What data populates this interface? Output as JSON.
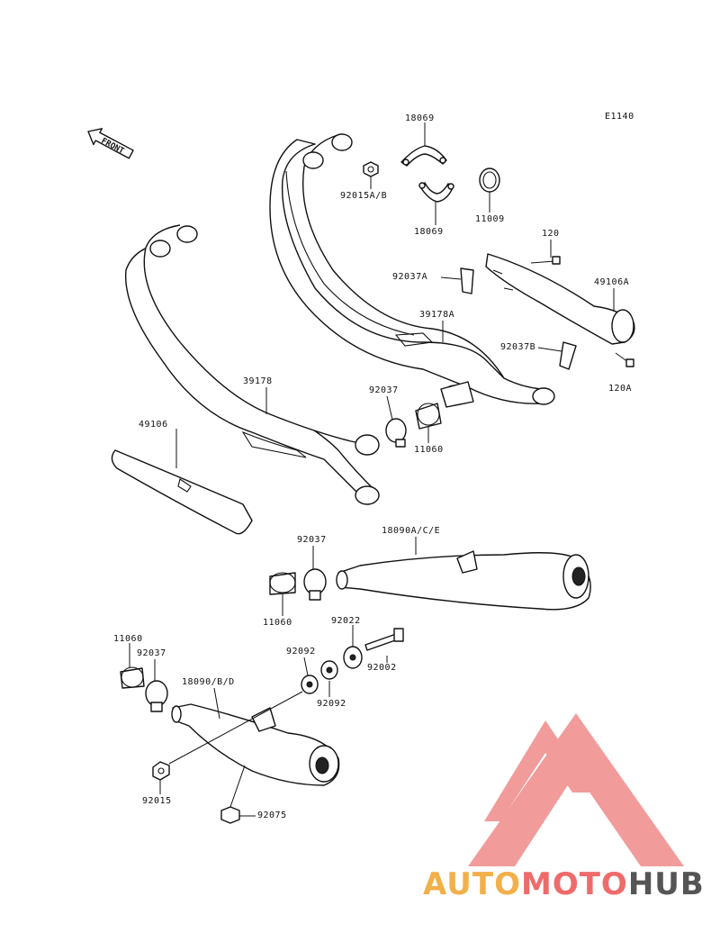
{
  "diagram": {
    "code": "E1140",
    "front_label": "FRONT",
    "part_labels": {
      "p18069_top": "18069",
      "p92015ab": "92015A/B",
      "p18069_bottom": "18069",
      "p11009": "11009",
      "p120": "120",
      "p92037a": "92037A",
      "p49106a": "49106A",
      "p39178a": "39178A",
      "p92037b": "92037B",
      "p120a": "120A",
      "p39178": "39178",
      "p92037_mid": "92037",
      "p11060_mid": "11060",
      "p49106": "49106",
      "p18090ace": "18090A/C/E",
      "p92037_right": "92037",
      "p11060_right": "11060",
      "p92022": "92022",
      "p11060_left": "11060",
      "p92037_left": "92037",
      "p92092_top": "92092",
      "p92002": "92002",
      "p18090bd": "18090/B/D",
      "p92092_bottom": "92092",
      "p92015": "92015",
      "p92075": "92075"
    }
  },
  "watermark": {
    "part1": "AUTO",
    "part2": "MOTO",
    "part3": "HUB",
    "colors": {
      "auto": "#f2b04a",
      "moto": "#ef6b6b",
      "hub": "#555555",
      "triangle": "#f08a8a"
    }
  }
}
